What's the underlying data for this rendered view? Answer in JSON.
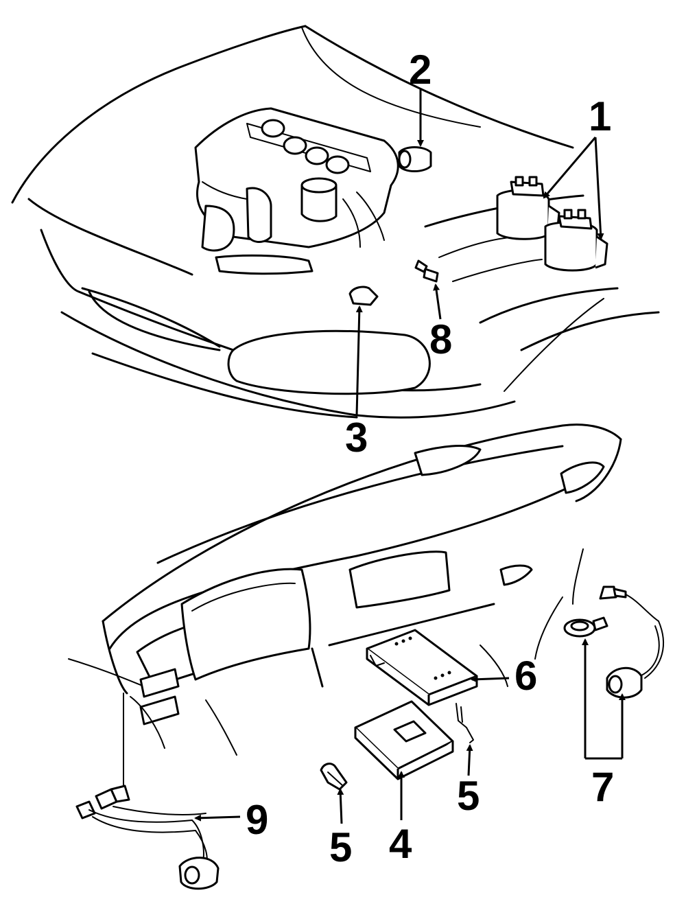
{
  "callouts": {
    "c1": "1",
    "c2": "2",
    "c3": "3",
    "c4": "4",
    "c5a": "5",
    "c5b": "5",
    "c6": "6",
    "c7": "7",
    "c8": "8",
    "c9": "9"
  },
  "colors": {
    "ink": "#000000",
    "paper": "#ffffff"
  }
}
